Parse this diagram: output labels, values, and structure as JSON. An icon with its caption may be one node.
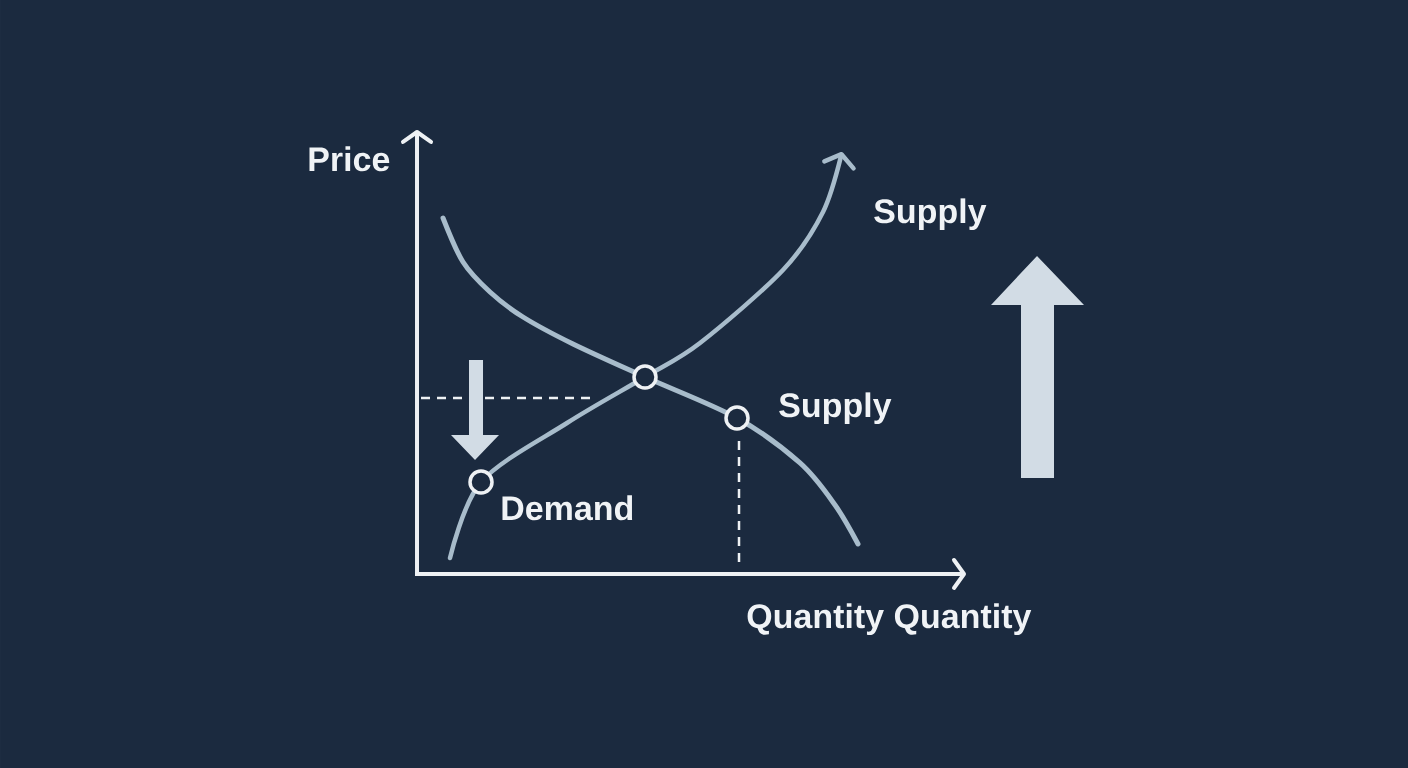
{
  "diagram": {
    "labels": [
      "Price",
      "Supply",
      "Supply",
      "Demand",
      "Quantity Quantity"
    ]
  }
}
